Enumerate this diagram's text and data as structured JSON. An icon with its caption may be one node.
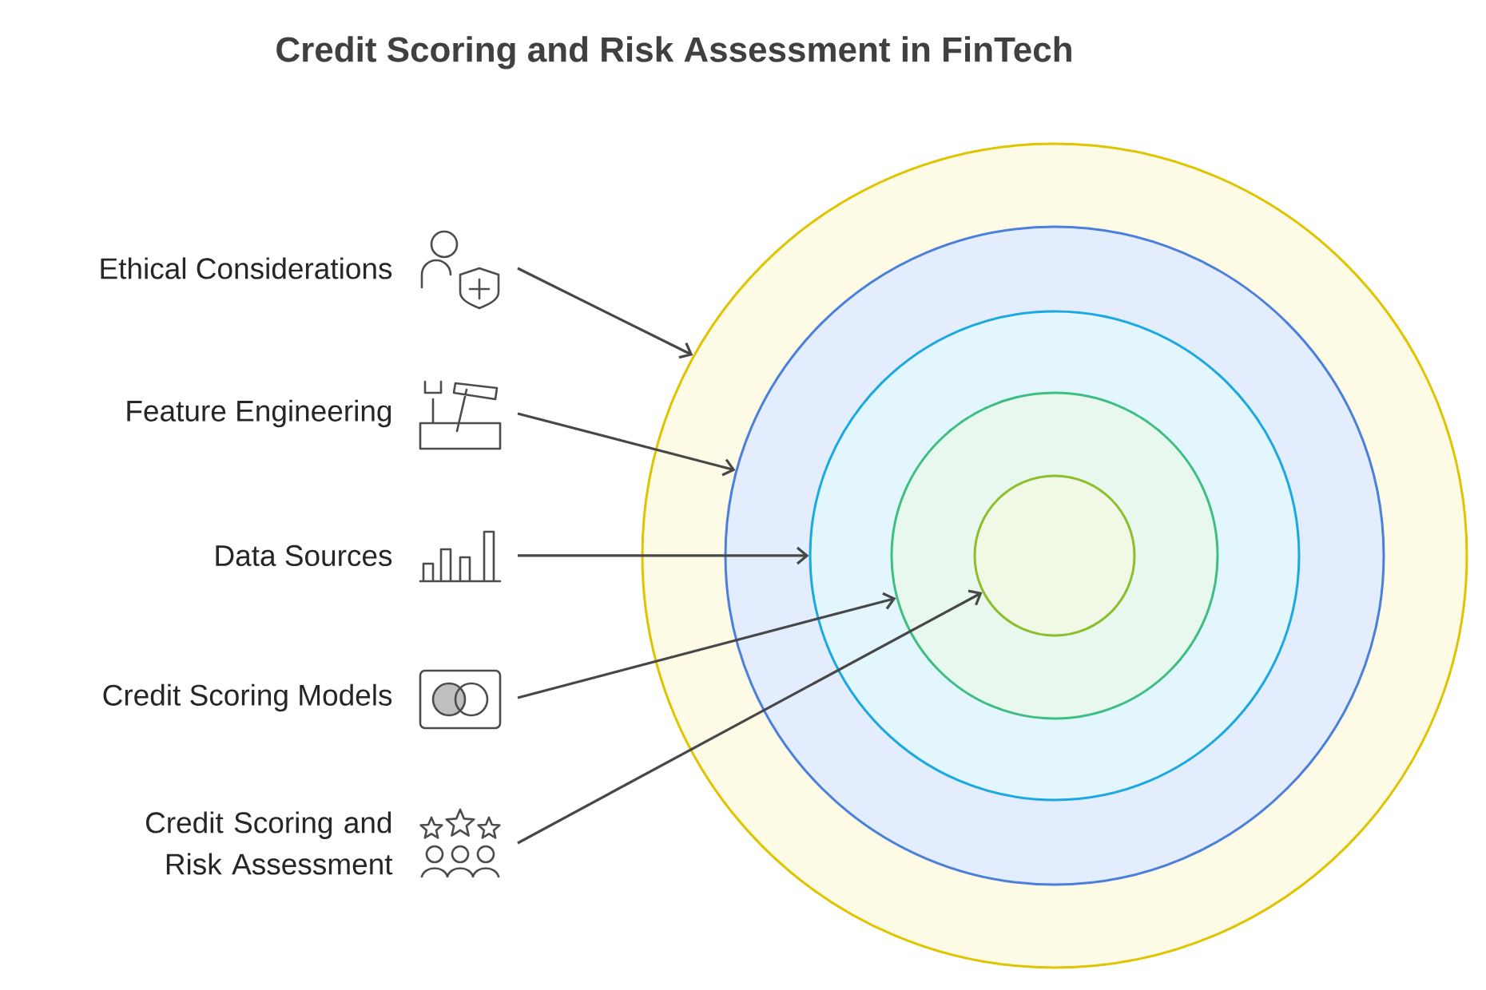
{
  "diagram": {
    "title": "Credit Scoring and Risk Assessment in FinTech",
    "nodes": [
      {
        "text": [],
        "shape": "circle"
      },
      {
        "text": [],
        "shape": "circle",
        "in": 0
      },
      {
        "text": [],
        "shape": "circle",
        "in": 1
      },
      {
        "text": [],
        "shape": "circle",
        "in": 2
      },
      {
        "text": [],
        "shape": "circle",
        "in": 3
      },
      {
        "text": [
          "Ethical Considerations"
        ]
      },
      {
        "text": [
          "Feature Engineering"
        ]
      },
      {
        "text": [
          "Data Sources"
        ]
      },
      {
        "text": [
          "Credit Scoring Models"
        ]
      },
      {
        "text": [
          "Credit Scoring and Risk Assessment"
        ]
      }
    ],
    "edges": [
      {
        "from": 5,
        "to": 0,
        "arrow": "to"
      },
      {
        "from": 6,
        "to": 1,
        "arrow": "to"
      },
      {
        "from": 7,
        "to": 2,
        "arrow": "to"
      },
      {
        "from": 8,
        "to": 3,
        "arrow": "to"
      },
      {
        "from": 9,
        "to": 4,
        "arrow": "to"
      }
    ]
  }
}
